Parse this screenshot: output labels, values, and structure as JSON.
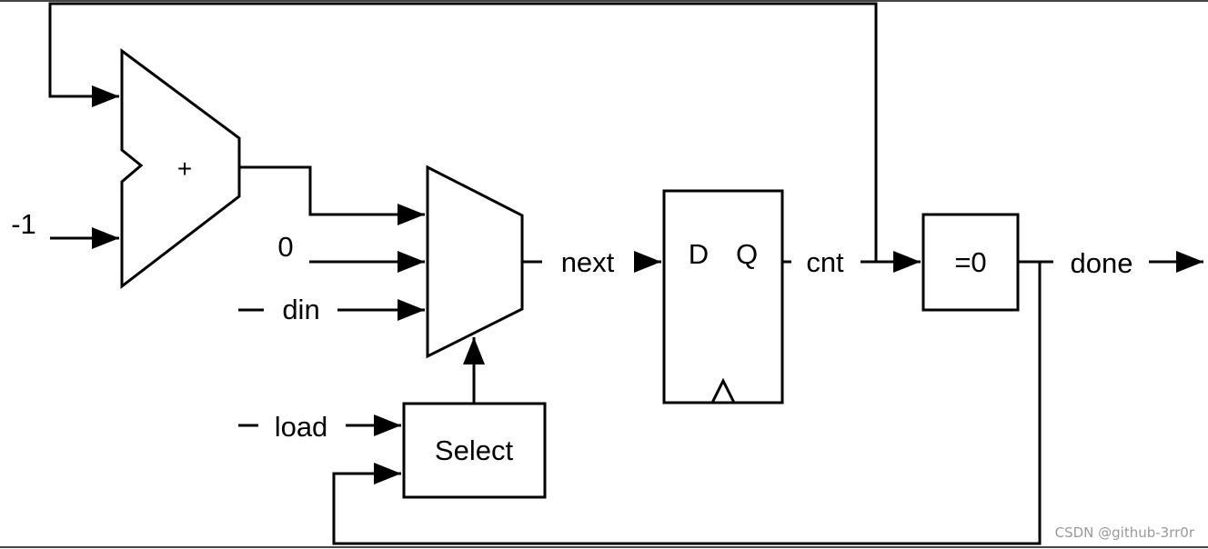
{
  "labels": {
    "adder_op": "+",
    "minus_one": "-1",
    "zero": "0",
    "din": "din",
    "next": "next",
    "d": "D",
    "q": "Q",
    "cnt": "cnt",
    "eq_zero": "=0",
    "done": "done",
    "load": "load",
    "select": "Select"
  },
  "watermark": "CSDN @github-3rr0r"
}
